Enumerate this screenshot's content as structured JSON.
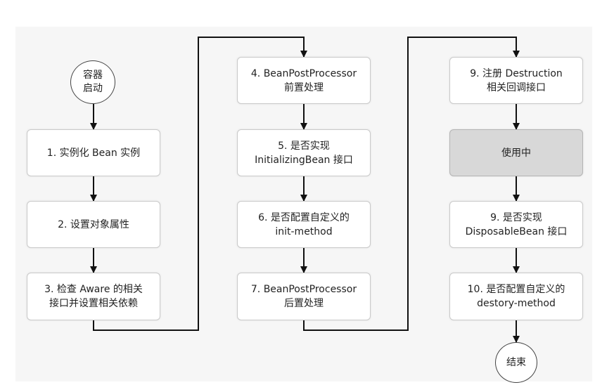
{
  "start_node": {
    "line1": "容器",
    "line2": "启动"
  },
  "end_node": {
    "label": "结束"
  },
  "steps": [
    {
      "line1": "1. 实例化 Bean 实例",
      "line2": ""
    },
    {
      "line1": "2. 设置对象属性",
      "line2": ""
    },
    {
      "line1": "3. 检查 Aware 的相关",
      "line2": "接口并设置相关依赖"
    },
    {
      "line1": "4. BeanPostProcessor",
      "line2": "前置处理"
    },
    {
      "line1": "5. 是否实现",
      "line2": "InitializingBean 接口"
    },
    {
      "line1": "6. 是否配置自定义的",
      "line2": "init-method"
    },
    {
      "line1": "7. BeanPostProcessor",
      "line2": "后置处理"
    },
    {
      "line1": "9. 注册 Destruction",
      "line2": "相关回调接口"
    },
    {
      "line1": "使用中",
      "line2": ""
    },
    {
      "line1": "9. 是否实现",
      "line2": "DisposableBean 接口"
    },
    {
      "line1": "10. 是否配置自定义的",
      "line2": "destory-method"
    }
  ],
  "colors": {
    "panel_background": "#f6f6f6",
    "box_border": "#c9c9c9",
    "active_box_fill": "#d8d8d8",
    "connector": "#111111"
  }
}
